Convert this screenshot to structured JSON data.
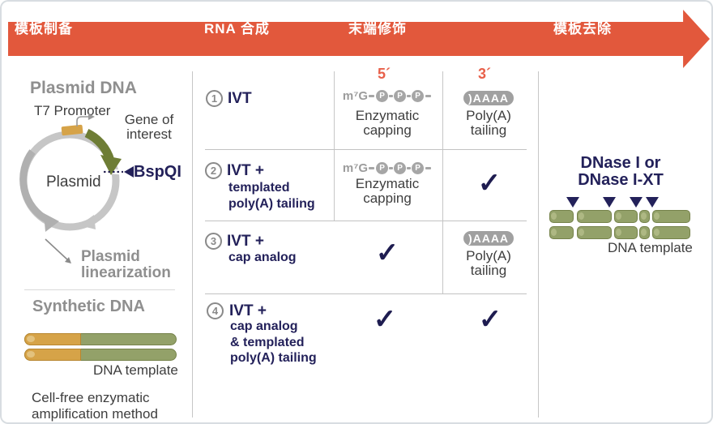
{
  "banner": {
    "bg_color": "#E2583C",
    "steps": [
      "模板制备",
      "RNA 合成",
      "末端修饰",
      "模板去除"
    ]
  },
  "left_panel": {
    "plasmid": {
      "title": "Plasmid DNA",
      "t7_promoter": "T7 Promoter",
      "gene_line1": "Gene of",
      "gene_line2": "interest",
      "enzyme": "BspQI",
      "center_label": "Plasmid",
      "linearization_line1": "Plasmid",
      "linearization_line2": "linearization"
    },
    "synthetic": {
      "title": "Synthetic DNA",
      "template_label": "DNA template",
      "method_line1": "Cell-free enzymatic",
      "method_line2": "amplification method"
    }
  },
  "table": {
    "col_headers": {
      "five_prime": "5´",
      "three_prime": "3´"
    },
    "rows": [
      {
        "num": "1",
        "title": "IVT",
        "sub": []
      },
      {
        "num": "2",
        "title": "IVT +",
        "sub": [
          "templated",
          "poly(A) tailing"
        ]
      },
      {
        "num": "3",
        "title": "IVT +",
        "sub": [
          "cap analog"
        ]
      },
      {
        "num": "4",
        "title": "IVT +",
        "sub": [
          "cap analog",
          "& templated",
          "poly(A) tailing"
        ]
      }
    ],
    "capping": {
      "m7g": "m⁷G",
      "p": "P",
      "label_line1": "Enzymatic",
      "label_line2": "capping"
    },
    "polya": {
      "badge": ")AAAA",
      "label_line1": "Poly(A)",
      "label_line2": "tailing"
    },
    "checkmark": "✓"
  },
  "right_panel": {
    "title_line1": "DNase I or",
    "title_line2": "DNase I-XT",
    "template_label": "DNA template"
  },
  "colors": {
    "accent_orange": "#E2583C",
    "prime_red": "#E8604A",
    "navy": "#23215A",
    "gray_heading": "#8F8F8F",
    "dark_text": "#3E3E3E",
    "glyph_gray": "#A0A0A0",
    "rod_green": "#93A169",
    "rod_gold": "#D6A348"
  }
}
